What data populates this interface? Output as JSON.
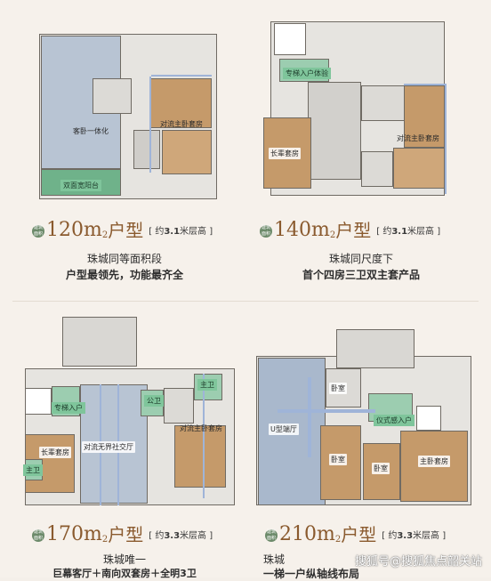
{
  "plans": [
    {
      "area": "120m",
      "area_sup": "2",
      "type_word": "户型",
      "badge": "建筑 面积",
      "height_prefix": "约",
      "height_value": "3.1",
      "height_suffix": "米层高",
      "line1": "珠城同等面积段",
      "line2": "户型最领先，功能最齐全",
      "labels": {
        "living_bed": "客卧一体化",
        "master": "对流主卧套房",
        "balcony": "双面宽阳台"
      }
    },
    {
      "area": "140m",
      "area_sup": "2",
      "type_word": "户型",
      "badge": "建筑 面积",
      "height_prefix": "约",
      "height_value": "3.1",
      "height_suffix": "米层高",
      "line1": "珠城同尺度下",
      "line2": "首个四房三卫双主套产品",
      "labels": {
        "entry": "专梯入户体验",
        "master": "对流主卧套房",
        "elder": "长辈套房"
      }
    },
    {
      "area": "170m",
      "area_sup": "2",
      "type_word": "户型",
      "badge": "建筑 面积",
      "height_prefix": "约",
      "height_value": "3.3",
      "height_suffix": "米层高",
      "line1": "珠城唯一",
      "line2": "巨幕客厅＋南向双套房＋全明3卫",
      "labels": {
        "entry": "专梯入户",
        "public_wc": "公卫",
        "master_wc": "主卫",
        "social": "对流无界社交厅",
        "master": "对流主卧套房",
        "elder": "长辈套房",
        "wc": "主卫"
      }
    },
    {
      "area": "210m",
      "area_sup": "2",
      "type_word": "户型",
      "badge": "建筑 面积",
      "height_prefix": "约",
      "height_value": "3.3",
      "height_suffix": "米层高",
      "line1": "珠城",
      "line2": "一梯一户纵轴线布局",
      "labels": {
        "bed1": "卧室",
        "hall": "U型端厅",
        "entry": "仪式感入户",
        "bed2": "卧室",
        "bed3": "卧室",
        "master": "主卧套房"
      }
    }
  ],
  "watermark": "搜狐号@搜狐焦点韶关站",
  "colors": {
    "wood": "#c59a6a",
    "living_blue": "#b8c4d3",
    "green": "#6fb28a",
    "brown_text": "#8a5a2e"
  }
}
